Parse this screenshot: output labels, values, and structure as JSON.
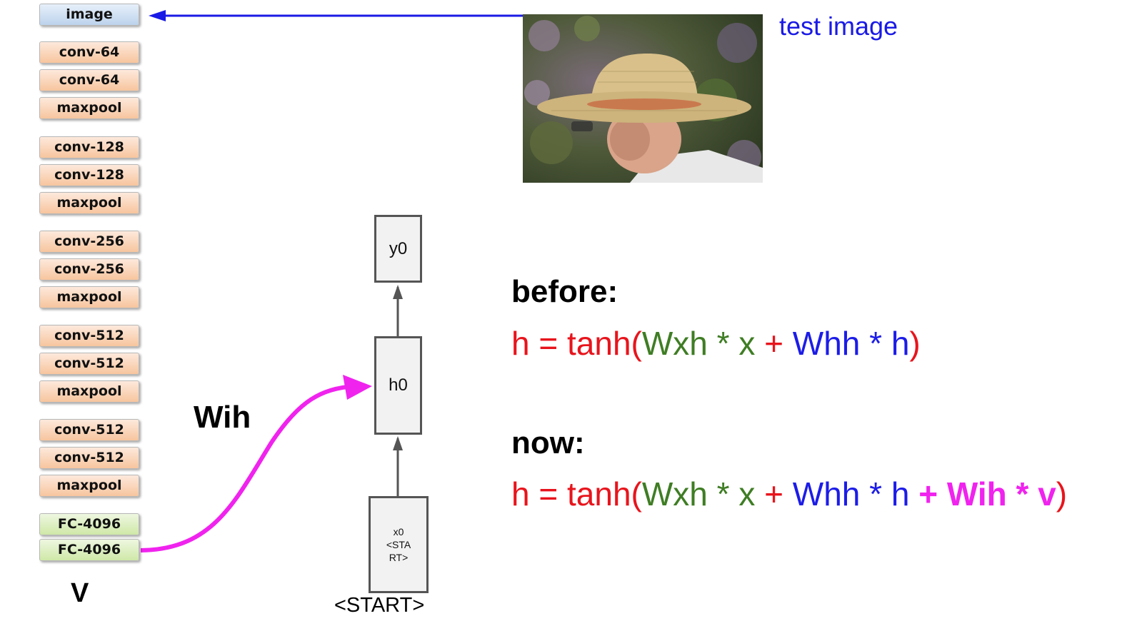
{
  "cnn": {
    "image_label": "image",
    "layers": [
      "conv-64",
      "conv-64",
      "maxpool",
      "conv-128",
      "conv-128",
      "maxpool",
      "conv-256",
      "conv-256",
      "maxpool",
      "conv-512",
      "conv-512",
      "maxpool",
      "conv-512",
      "conv-512",
      "maxpool"
    ],
    "fc_layers": [
      "FC-4096",
      "FC-4096"
    ],
    "output_label": "V"
  },
  "rnn": {
    "y0_label": "y0",
    "h0_label": "h0",
    "x0_label": "x0\n<STA\nRT>",
    "start_label": "<START>",
    "wih_label": "Wih"
  },
  "test_image_label": "test image",
  "equations": {
    "before_heading": "before:",
    "now_heading": "now:",
    "eq1": {
      "h": "h = tanh",
      "open": "(",
      "wxh": "Wxh * x",
      "plus": " + ",
      "whh": "Whh * h",
      "close": ")"
    },
    "eq2": {
      "h": "h = tanh",
      "open": "(",
      "wxh": "Wxh * x",
      "plus": " + ",
      "whh": "Whh * h",
      "wih": " + Wih * v",
      "close": ")"
    }
  },
  "colors": {
    "arrow_blue": "#1a1ae6",
    "arrow_magenta": "#f023ee",
    "red": "#e8141c",
    "green": "#3f7d24",
    "blue": "#1c1ce8"
  }
}
